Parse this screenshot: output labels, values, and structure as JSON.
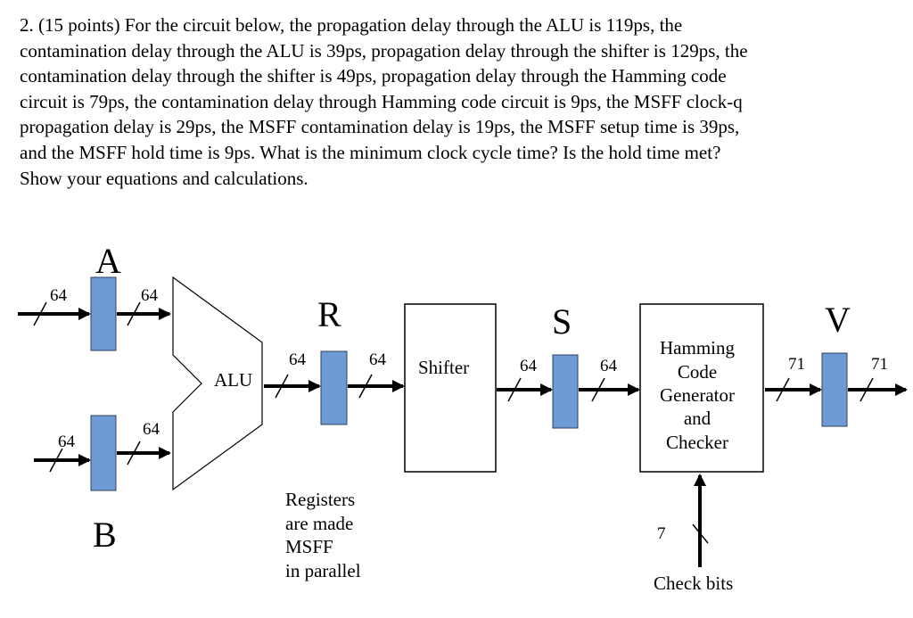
{
  "question": {
    "lines": [
      "2. (15 points)  For the circuit below, the propagation delay through the ALU is 119ps, the",
      "contamination delay through the ALU is 39ps, propagation delay through the shifter is 129ps, the",
      "contamination delay through the shifter is 49ps, propagation delay through the Hamming code",
      "circuit is 79ps, the contamination delay through Hamming code circuit is 9ps, the MSFF clock-q",
      "propagation delay is 29ps, the MSFF contamination delay is 19ps, the MSFF setup time is 39ps,",
      "and the MSFF hold time is 9ps.  What is the minimum clock cycle time? Is the hold time met?",
      "Show your equations and calculations."
    ]
  },
  "diagram": {
    "register_labels": {
      "a": "A",
      "b": "B",
      "r": "R",
      "s": "S",
      "v": "V"
    },
    "bus_widths": {
      "a_in": "64",
      "a_out": "64",
      "b_in": "64",
      "b_out": "64",
      "alu_out": "64",
      "r_out": "64",
      "shifter_out": "64",
      "s_out": "64",
      "hamming_out": "71",
      "v_out": "71",
      "check_bits": "7"
    },
    "alu_label": "ALU",
    "shifter_label": "Shifter",
    "hamming_label_lines": [
      "Hamming",
      "Code",
      "Generator",
      "and",
      "Checker"
    ],
    "note_lines": [
      "Registers",
      "are made",
      "MSFF",
      "in parallel"
    ],
    "check_bits_label": "Check bits",
    "register_color": "#6f9bd4"
  }
}
